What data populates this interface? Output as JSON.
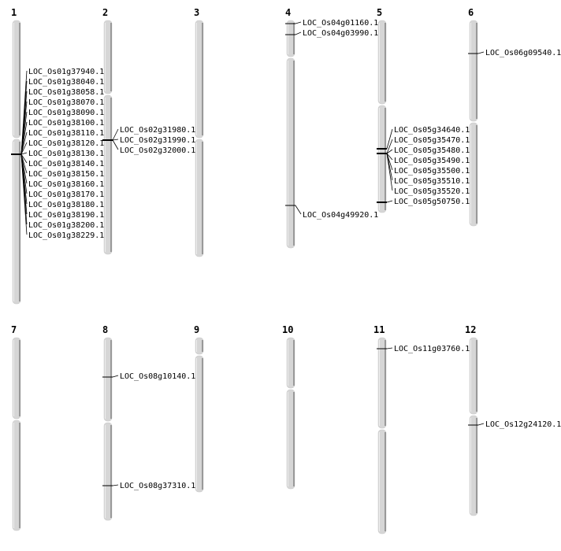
{
  "chromosomes": [
    {
      "name": "1",
      "genes": [
        "LOC_Os01g37940.1",
        "LOC_Os01g38040.1",
        "LOC_Os01g38058.1",
        "LOC_Os01g38070.1",
        "LOC_Os01g38090.1",
        "LOC_Os01g38100.1",
        "LOC_Os01g38110.1",
        "LOC_Os01g38120.1",
        "LOC_Os01g38130.1",
        "LOC_Os01g38140.1",
        "LOC_Os01g38150.1",
        "LOC_Os01g38160.1",
        "LOC_Os01g38170.1",
        "LOC_Os01g38180.1",
        "LOC_Os01g38190.1",
        "LOC_Os01g38200.1",
        "LOC_Os01g38229.1"
      ]
    },
    {
      "name": "2",
      "genes": [
        "LOC_Os02g31980.1",
        "LOC_Os02g31990.1",
        "LOC_Os02g32000.1"
      ]
    },
    {
      "name": "3",
      "genes": []
    },
    {
      "name": "4",
      "genes": [
        "LOC_Os04g01160.1",
        "LOC_Os04g03990.1",
        "LOC_Os04g49920.1"
      ]
    },
    {
      "name": "5",
      "genes": [
        "LOC_Os05g34640.1",
        "LOC_Os05g35470.1",
        "LOC_Os05g35480.1",
        "LOC_Os05g35490.1",
        "LOC_Os05g35500.1",
        "LOC_Os05g35510.1",
        "LOC_Os05g35520.1",
        "LOC_Os05g50750.1"
      ]
    },
    {
      "name": "6",
      "genes": [
        "LOC_Os06g09540.1"
      ]
    },
    {
      "name": "7",
      "genes": []
    },
    {
      "name": "8",
      "genes": [
        "LOC_Os08g10140.1",
        "LOC_Os08g37310.1"
      ]
    },
    {
      "name": "9",
      "genes": []
    },
    {
      "name": "10",
      "genes": []
    },
    {
      "name": "11",
      "genes": [
        "LOC_Os11g03760.1"
      ]
    },
    {
      "name": "12",
      "genes": [
        "LOC_Os12g24120.1"
      ]
    }
  ],
  "colors": {
    "chromosome": "#d6d6d6",
    "chromosome_edge": "#8a8a8a",
    "line": "#000000"
  }
}
